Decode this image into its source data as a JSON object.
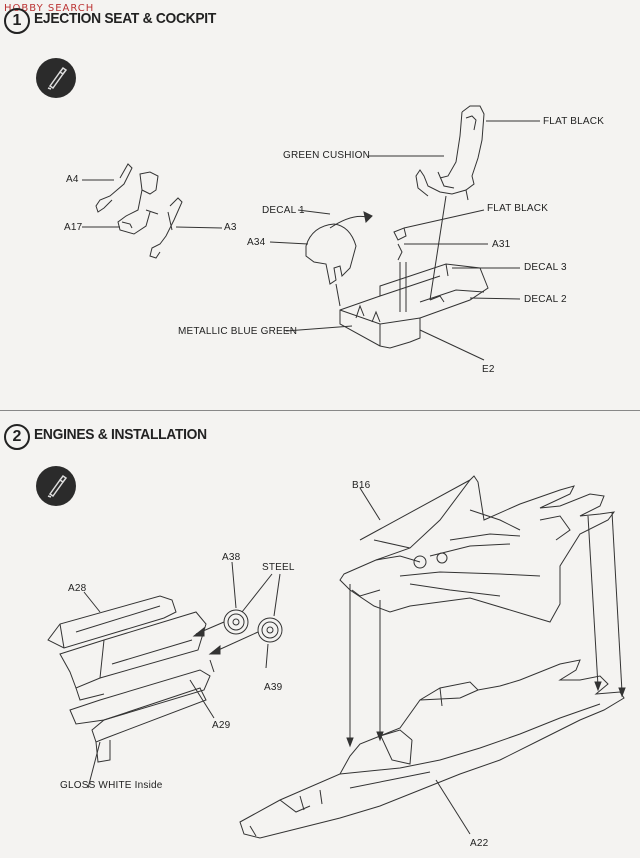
{
  "watermark": "HOBBY SEARCH",
  "steps": [
    {
      "number": "1",
      "title": "EJECTION SEAT & COCKPIT"
    },
    {
      "number": "2",
      "title": "ENGINES & INSTALLATION"
    }
  ],
  "step1_labels": {
    "a4": "A4",
    "a17": "A17",
    "a3": "A3",
    "flat_black_top": "FLAT BLACK",
    "green_cushion": "GREEN CUSHION",
    "decal_1": "DECAL 1",
    "flat_black_mid": "FLAT BLACK",
    "a34": "A34",
    "a31": "A31",
    "decal_3": "DECAL 3",
    "decal_2": "DECAL 2",
    "metallic_blue_green": "METALLIC BLUE GREEN",
    "e2": "E2"
  },
  "step2_labels": {
    "b16": "B16",
    "a38": "A38",
    "steel": "STEEL",
    "a28": "A28",
    "a39": "A39",
    "a29": "A29",
    "gloss_white": "GLOSS WHITE Inside",
    "a22": "A22"
  },
  "icons": [
    "glue-icon",
    "glue-icon"
  ]
}
